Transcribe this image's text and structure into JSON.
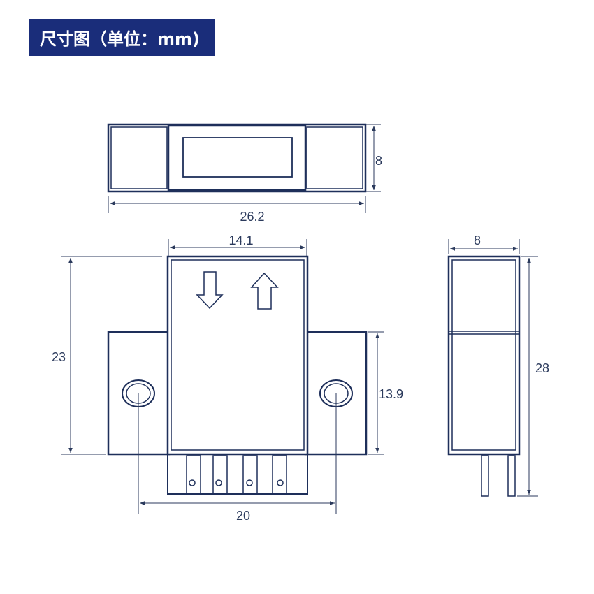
{
  "title": "尺寸图（单位：mm)",
  "dimensions": {
    "top_view_width": "26.2",
    "top_view_height": "8",
    "body_width": "14.1",
    "total_height": "23",
    "hole_spacing": "20",
    "flange_height": "13.9",
    "side_view_width": "8",
    "side_view_height": "28"
  },
  "colors": {
    "banner": "#1a2d7a",
    "outline": "#1e2f5a",
    "dimension": "#2b3a5c"
  }
}
